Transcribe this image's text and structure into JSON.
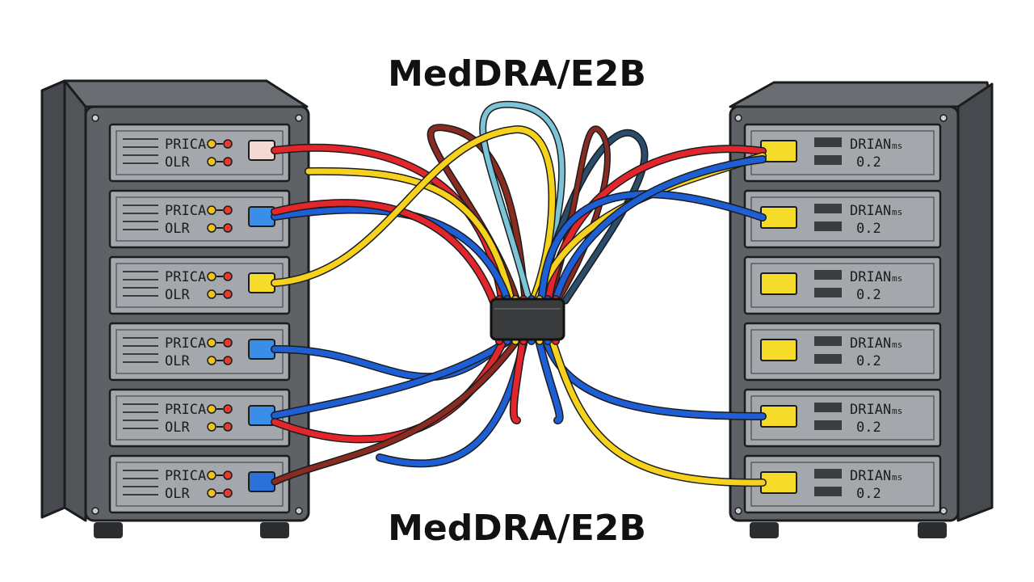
{
  "captions": {
    "top": "MedDRA/E2B",
    "bottom": "MedDRA/E2B"
  },
  "left_server": {
    "units": [
      {
        "line1": "PRICA",
        "line2": "OLR",
        "port_color": "#f2d9d3"
      },
      {
        "line1": "PRICA",
        "line2": "OLR",
        "port_color": "#3b8ee8"
      },
      {
        "line1": "PRICA",
        "line2": "OLR",
        "port_color": "#f5dc2a"
      },
      {
        "line1": "PRICA",
        "line2": "OLR",
        "port_color": "#3b8ee8"
      },
      {
        "line1": "PRICA",
        "line2": "OLR",
        "port_color": "#3b8ee8"
      },
      {
        "line1": "PRICA",
        "line2": "OLR",
        "port_color": "#2a70d8"
      }
    ]
  },
  "right_server": {
    "units": [
      {
        "line1": "DRIAN",
        "line1_suffix": "ms",
        "line2": "0.2"
      },
      {
        "line1": "DRIAN",
        "line1_suffix": "ms",
        "line2": "0.2"
      },
      {
        "line1": "DRIAN",
        "line1_suffix": "ms",
        "line2": "0.2"
      },
      {
        "line1": "DRIAN",
        "line1_suffix": "ms",
        "line2": "0.2"
      },
      {
        "line1": "DRIAN",
        "line1_suffix": "ms",
        "line2": "0.2"
      },
      {
        "line1": "DRIAN",
        "line1_suffix": "ms",
        "line2": "0.2"
      }
    ]
  },
  "colors": {
    "cabinet": "#5e6166",
    "cabinet_side": "#46494d",
    "unit_face": "#a4a8ad",
    "cable_red": "#e3262b",
    "cable_blue": "#1f5fd6",
    "cable_yellow": "#f6d21c",
    "cable_lightblue": "#7cc4d8",
    "cable_darkred": "#8a2b22",
    "cable_darkblue": "#2a4d6b",
    "tie": "#3a3b3d",
    "port_yellow": "#f5dc2a"
  }
}
